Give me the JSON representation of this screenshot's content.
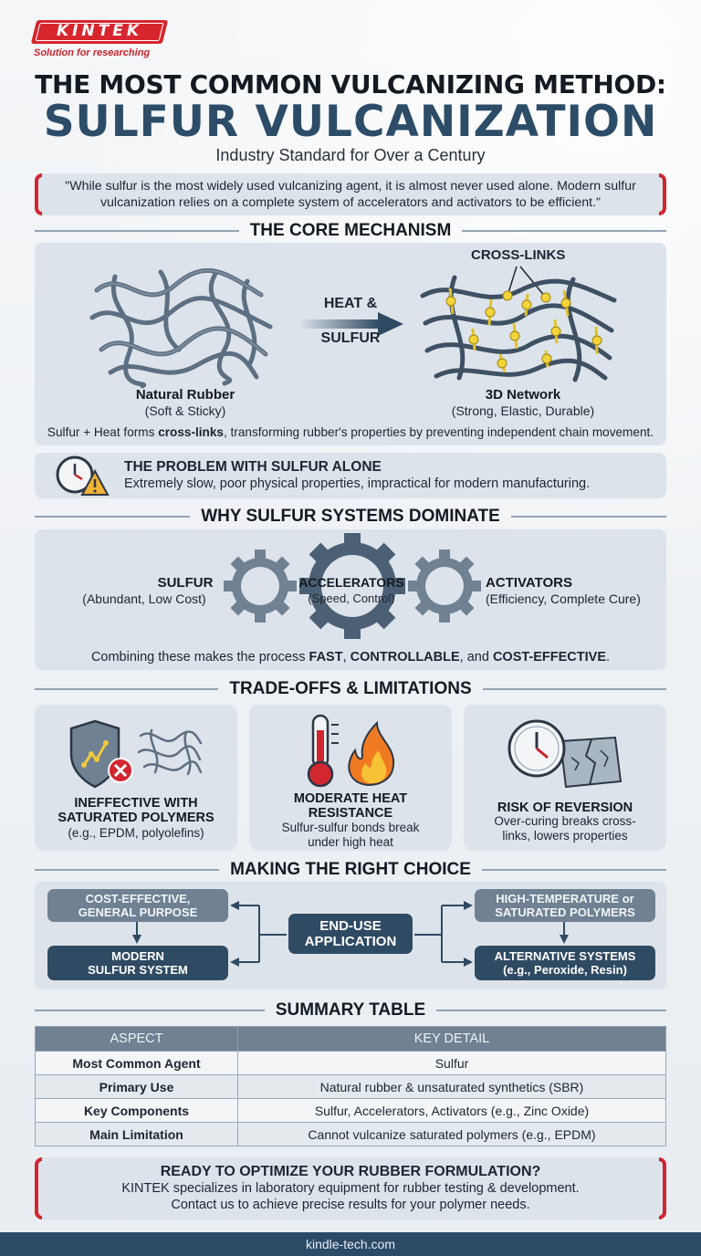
{
  "brand": {
    "logo_text": "KINTEK",
    "tagline": "Solution for researching",
    "red": "#d7262e",
    "navy": "#2c4c68"
  },
  "header": {
    "title_top": "THE MOST COMMON VULCANIZING METHOD:",
    "title_main": "SULFUR VULCANIZATION",
    "subtitle": "Industry Standard for Over a Century"
  },
  "quote": "\"While sulfur is the most widely used vulcanizing agent, it is almost never used alone. Modern sulfur vulcanization relies on a complete system of accelerators and activators to be efficient.\"",
  "core": {
    "title": "THE CORE MECHANISM",
    "crosslinks_label": "CROSS-LINKS",
    "arrow_line1": "HEAT &",
    "arrow_line2": "SULFUR",
    "left_title": "Natural Rubber",
    "left_sub": "(Soft & Sticky)",
    "right_title": "3D Network",
    "right_sub": "(Strong, Elastic, Durable)",
    "caption_pre": "Sulfur + Heat forms ",
    "caption_bold": "cross-links",
    "caption_post": ", transforming rubber's properties by preventing independent chain movement."
  },
  "problem": {
    "title": "THE PROBLEM WITH SULFUR ALONE",
    "text": "Extremely slow, poor physical properties, impractical for modern manufacturing.",
    "icons": [
      "clock-icon",
      "warning-icon"
    ]
  },
  "why": {
    "title": "WHY SULFUR SYSTEMS DOMINATE",
    "sulfur_title": "SULFUR",
    "sulfur_sub": "(Abundant, Low Cost)",
    "accel_title": "ACCELERATORS",
    "accel_sub": "(Speed, Control)",
    "activ_title": "ACTIVATORS",
    "activ_sub": "(Efficiency, Complete Cure)",
    "caption_pre": "Combining these makes the process ",
    "caption_b1": "FAST",
    "caption_sep1": ", ",
    "caption_b2": "CONTROLLABLE",
    "caption_sep2": ", and ",
    "caption_b3": "COST-EFFECTIVE",
    "caption_end": "."
  },
  "tradeoffs": {
    "title": "TRADE-OFFS & LIMITATIONS",
    "cards": [
      {
        "title_l1": "INEFFECTIVE WITH",
        "title_l2": "SATURATED POLYMERS",
        "desc_l1": "(e.g., EPDM, polyolefins)",
        "desc_l2": ""
      },
      {
        "title_l1": "MODERATE HEAT",
        "title_l2": "RESISTANCE",
        "desc_l1": "Sulfur-sulfur bonds break",
        "desc_l2": "under high heat"
      },
      {
        "title_l1": "RISK OF REVERSION",
        "title_l2": "",
        "desc_l1": "Over-curing breaks cross-",
        "desc_l2": "links, lowers properties"
      }
    ]
  },
  "choice": {
    "title": "MAKING THE RIGHT CHOICE",
    "center_l1": "END-USE",
    "center_l2": "APPLICATION",
    "left_top_l1": "COST-EFFECTIVE,",
    "left_top_l2": "GENERAL PURPOSE",
    "left_bottom_l1": "MODERN",
    "left_bottom_l2": "SULFUR SYSTEM",
    "right_top_l1": "HIGH-TEMPERATURE or",
    "right_top_l2": "SATURATED POLYMERS",
    "right_bottom_l1": "ALTERNATIVE SYSTEMS",
    "right_bottom_l2": "(e.g., Peroxide, Resin)"
  },
  "summary": {
    "title": "SUMMARY TABLE",
    "headers": [
      "ASPECT",
      "KEY DETAIL"
    ],
    "rows": [
      [
        "Most Common Agent",
        "Sulfur"
      ],
      [
        "Primary Use",
        "Natural rubber & unsaturated synthetics (SBR)"
      ],
      [
        "Key Components",
        "Sulfur, Accelerators, Activators (e.g., Zinc Oxide)"
      ],
      [
        "Main Limitation",
        "Cannot vulcanize saturated polymers (e.g., EPDM)"
      ]
    ]
  },
  "cta": {
    "title": "READY TO OPTIMIZE YOUR RUBBER FORMULATION?",
    "line1": "KINTEK specializes in laboratory equipment for rubber testing & development.",
    "line2": "Contact us to achieve precise results for your polymer needs."
  },
  "footer": {
    "url": "kindle-tech.com"
  }
}
